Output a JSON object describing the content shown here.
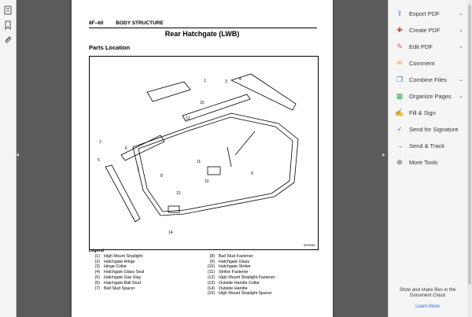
{
  "document": {
    "section": "8F–60",
    "chapter": "BODY STRUCTURE",
    "title": "Rear Hatchgate (LWB)",
    "subheading": "Parts Location",
    "figure_code": "8HP0054",
    "legend_title": "Legend",
    "legend_left": [
      {
        "num": "(1)",
        "label": "High Mount Stoplight"
      },
      {
        "num": "(2)",
        "label": "Hatchgate Hinge"
      },
      {
        "num": "(3)",
        "label": "Hinge Collar"
      },
      {
        "num": "(4)",
        "label": "Hatchgate Glass Seal"
      },
      {
        "num": "(5)",
        "label": "Hatchgate Gas Stay"
      },
      {
        "num": "(6)",
        "label": "Hatchgate Ball Stud"
      },
      {
        "num": "(7)",
        "label": "Ball Stud Spacer"
      }
    ],
    "legend_right": [
      {
        "num": "(8)",
        "label": "Ball Stud Fastener"
      },
      {
        "num": "(9)",
        "label": "Hatchgate Glass"
      },
      {
        "num": "(10)",
        "label": "Hatchgate Striker"
      },
      {
        "num": "(11)",
        "label": "Striker Fastener"
      },
      {
        "num": "(12)",
        "label": "High Mount Stoplight Fastener"
      },
      {
        "num": "(13)",
        "label": "Outside Handle Collar"
      },
      {
        "num": "(14)",
        "label": "Outside Handle"
      },
      {
        "num": "(15)",
        "label": "High Mount Stoplight Spacer"
      }
    ]
  },
  "tools": [
    {
      "label": "Export PDF",
      "icon": "export-pdf-icon",
      "color": "#3d6fd8",
      "chevron": true
    },
    {
      "label": "Create PDF",
      "icon": "create-pdf-icon",
      "color": "#d9412c",
      "chevron": true
    },
    {
      "label": "Edit PDF",
      "icon": "edit-pdf-icon",
      "color": "#d64aa0",
      "chevron": true
    },
    {
      "label": "Comment",
      "icon": "comment-icon",
      "color": "#f0a13c",
      "chevron": false
    },
    {
      "label": "Combine Files",
      "icon": "combine-files-icon",
      "color": "#3d6fd8",
      "chevron": true
    },
    {
      "label": "Organize Pages",
      "icon": "organize-pages-icon",
      "color": "#3aa757",
      "chevron": true
    },
    {
      "label": "Fill & Sign",
      "icon": "fill-sign-icon",
      "color": "#8d4bd6",
      "chevron": false
    },
    {
      "label": "Send for Signature",
      "icon": "send-signature-icon",
      "color": "#8d4bd6",
      "chevron": false
    },
    {
      "label": "Send & Track",
      "icon": "send-track-icon",
      "color": "#3d6fd8",
      "chevron": false
    },
    {
      "label": "More Tools",
      "icon": "more-tools-icon",
      "color": "#555555",
      "chevron": false
    }
  ],
  "cloud": {
    "line1": "Store and share files in the",
    "line2": "Document Cloud",
    "link": "Learn More"
  }
}
